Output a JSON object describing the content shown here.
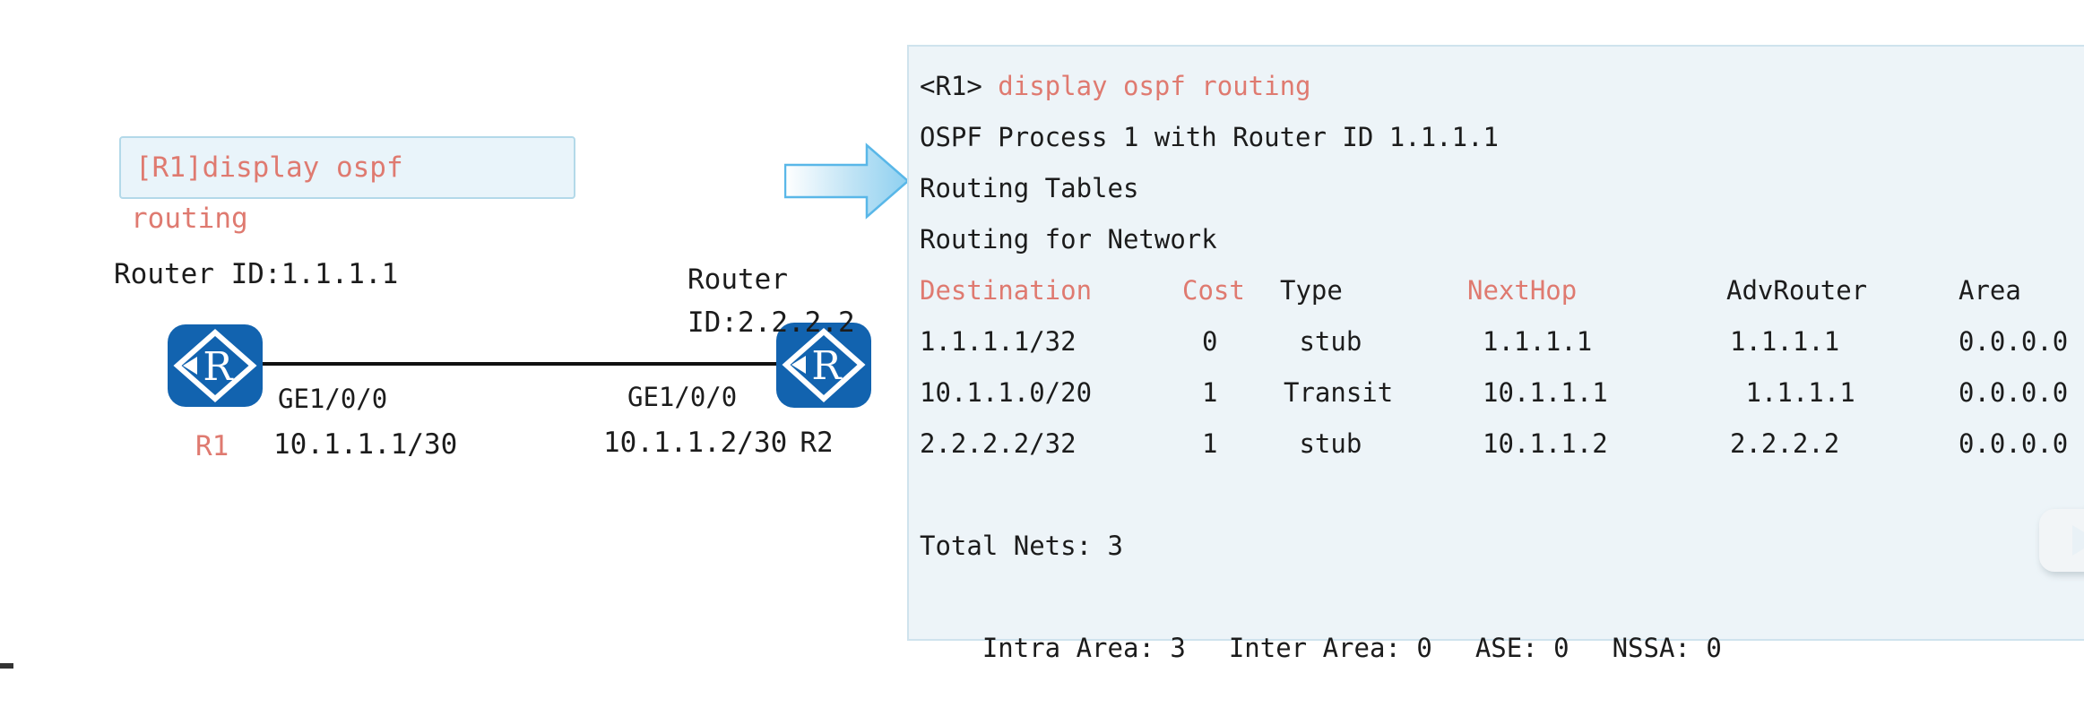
{
  "colors": {
    "accent_red": "#df7a70",
    "router_blue": "#1263af",
    "panel_bg": "#edf4f8",
    "panel_border": "#cfe3ed",
    "command_box_bg": "#e9f4fa",
    "command_box_border": "#b3d9e9"
  },
  "diagram": {
    "command_box": {
      "text": "[R1]display ospf",
      "overflow_text": "routing"
    },
    "r1": {
      "router_id_label": "Router ID:1.1.1.1",
      "name": "R1",
      "interface": "GE1/0/0",
      "ip": "10.1.1.1/30",
      "icon_letter": "R"
    },
    "r2": {
      "router_id_label": "Router ID:2.2.2.2",
      "name": "R2",
      "interface": "GE1/0/0",
      "ip": "10.1.1.2/30",
      "icon_letter": "R"
    }
  },
  "console": {
    "prompt": "<R1>",
    "command": " display ospf routing",
    "line_process": "OSPF Process 1 with Router ID 1.1.1.1",
    "line_tables": "Routing Tables",
    "line_network": "Routing for Network",
    "table": {
      "headers": [
        {
          "label": "Destination",
          "accent": true
        },
        {
          "label": "Cost",
          "accent": true
        },
        {
          "label": "Type",
          "accent": false
        },
        {
          "label": "NextHop",
          "accent": true
        },
        {
          "label": "AdvRouter",
          "accent": false
        },
        {
          "label": "Area",
          "accent": false
        }
      ],
      "rows": [
        [
          "1.1.1.1/32",
          "0",
          " stub",
          "1.1.1.1",
          "1.1.1.1",
          "0.0.0.0"
        ],
        [
          "10.1.1.0/20",
          "1",
          "Transit",
          "10.1.1.1",
          " 1.1.1.1",
          "0.0.0.0"
        ],
        [
          "2.2.2.2/32",
          "1",
          " stub",
          "10.1.1.2",
          "2.2.2.2",
          "0.0.0.0"
        ]
      ]
    },
    "summary": {
      "total_nets": "Total Nets: 3",
      "intra_area": "Intra Area: 3",
      "inter_area": "Inter Area: 0",
      "ase": "ASE: 0",
      "nssa": "NSSA: 0"
    }
  }
}
